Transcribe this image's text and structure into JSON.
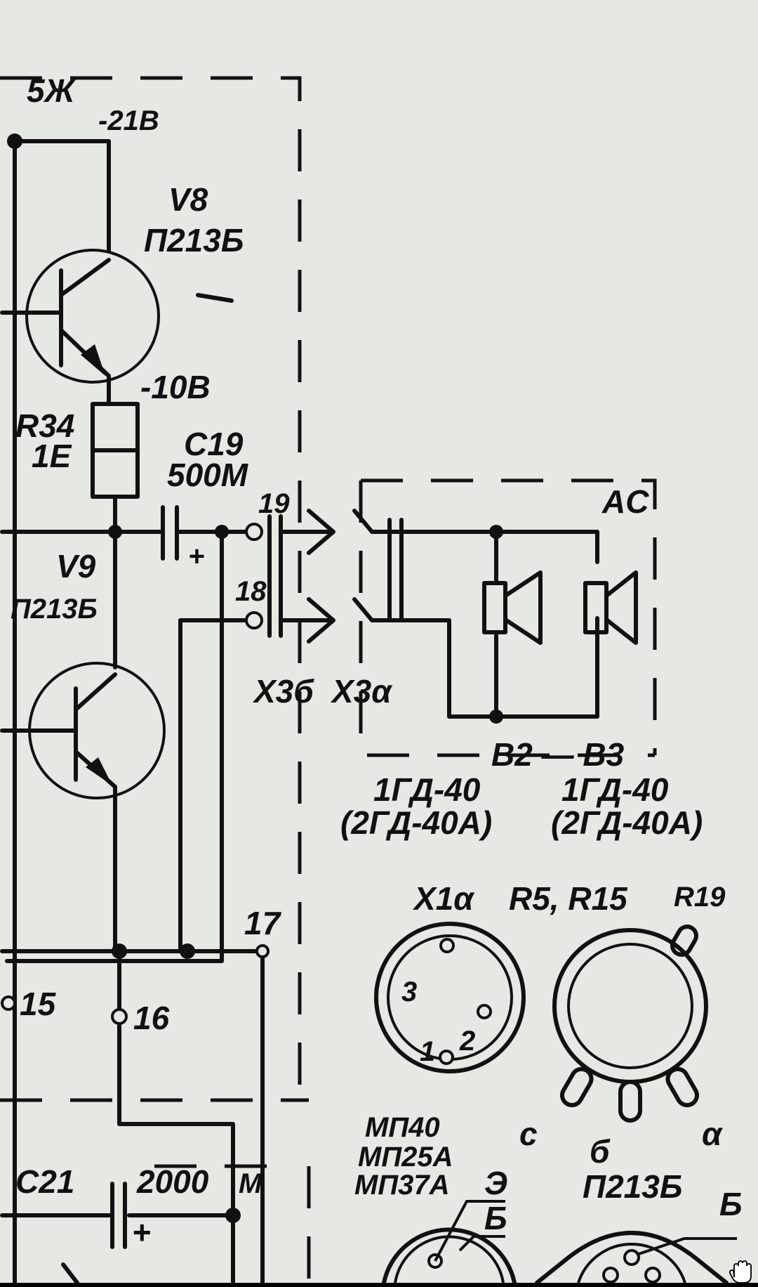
{
  "labels": {
    "fuse": "5Ж",
    "v_neg21": "-21В",
    "v8_ref": "V8",
    "v8_type": "П213Б",
    "v_neg10": "-10В",
    "r34_ref": "R34",
    "r34_val": "1Е",
    "c19_ref": "C19",
    "c19_val": "500M",
    "c19_plus": "+",
    "t19": "19",
    "t18": "18",
    "v9_ref": "V9",
    "v9_type": "П213Б",
    "x3b": "Х3б",
    "x3a": "Х3α",
    "ac": "AC",
    "b2b3": "В2 — В3",
    "b2_type": "1ГД-40",
    "b2_alt": "(2ГД-40А)",
    "b3_type": "1ГД-40",
    "b3_alt": "(2ГД-40А)",
    "t17": "17",
    "t15": "15",
    "t16": "16",
    "c21_ref": "C21",
    "c21_val": "2000",
    "c21_unit": "M",
    "c21_plus": "+"
  },
  "pinouts": {
    "x1a_ref": "Х1α",
    "x1a_pins": [
      "1",
      "2",
      "3"
    ],
    "pot_ref": "R5, R15",
    "pot_ref2": "R19",
    "pot_pins": [
      "с",
      "б",
      "α"
    ],
    "small_tr_types": [
      "МП40",
      "МП25А",
      "МП37А"
    ],
    "small_tr_pins": [
      "Э",
      "Б"
    ],
    "power_tr_type": "П213Б",
    "power_tr_pin": "Б"
  },
  "viewer": {
    "cursor_icon": "hand-pan-icon"
  }
}
